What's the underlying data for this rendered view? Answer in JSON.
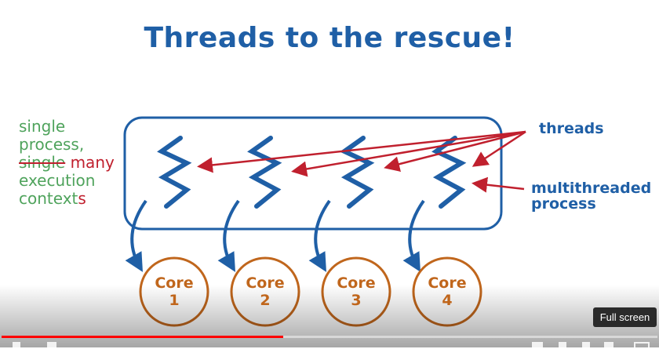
{
  "slide": {
    "title": "Threads to the rescue!",
    "note": {
      "line1": "single",
      "line2": "process,",
      "struck": "single",
      "replacement": "many",
      "line4": "execution",
      "line5_base": "context",
      "line5_suffix": "s"
    },
    "threads_label": "threads",
    "process_label_1": "multithreaded",
    "process_label_2": "process",
    "cores": [
      {
        "label": "Core",
        "num": "1"
      },
      {
        "label": "Core",
        "num": "2"
      },
      {
        "label": "Core",
        "num": "3"
      },
      {
        "label": "Core",
        "num": "4"
      }
    ]
  },
  "player": {
    "progress_percent": 43,
    "tooltip": "Full screen",
    "colors": {
      "progress": "#ff0000"
    }
  }
}
